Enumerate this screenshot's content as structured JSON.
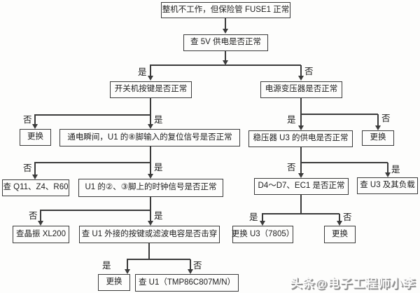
{
  "labels": {
    "yes": "是",
    "no": "否"
  },
  "nodes": {
    "start": {
      "text": "整机不工作，但保险管 FUSE1 正常"
    },
    "check_5v": {
      "text": "查 5V 供电是否正常"
    },
    "power_key": {
      "text": "开关机按键是否正常"
    },
    "transformer": {
      "text": "电源变压器是否正常"
    },
    "replace_power_key": {
      "text": "更换"
    },
    "reset_signal": {
      "text": "通电瞬间，U1 的⑧脚输入的复位信号是否正常"
    },
    "regulator_supply": {
      "text": "稳压器 U3 的供电是否正常"
    },
    "replace_transformer": {
      "text": "更换"
    },
    "check_q11": {
      "text": "查 Q11、Z4、R60"
    },
    "clock_signal": {
      "text": "U1 的②、③脚上的时钟信号是否正常"
    },
    "check_d4_d7": {
      "text": "D4～D7、EC1 是否正常"
    },
    "check_u3_load": {
      "text": "查 U3 及其负载"
    },
    "check_crystal": {
      "text": "查晶振 XL200"
    },
    "check_filter_cap": {
      "text": "查 U1 外接的按键或滤波电容是否击穿"
    },
    "replace_u3": {
      "text": "更换 U3（7805）"
    },
    "replace_rectifier": {
      "text": "更换"
    },
    "replace_cap": {
      "text": "更换"
    },
    "check_u1": {
      "text": "查 U1（TMP86C807M/N）"
    }
  },
  "watermark": {
    "text": "头条@电子工程师小李"
  }
}
